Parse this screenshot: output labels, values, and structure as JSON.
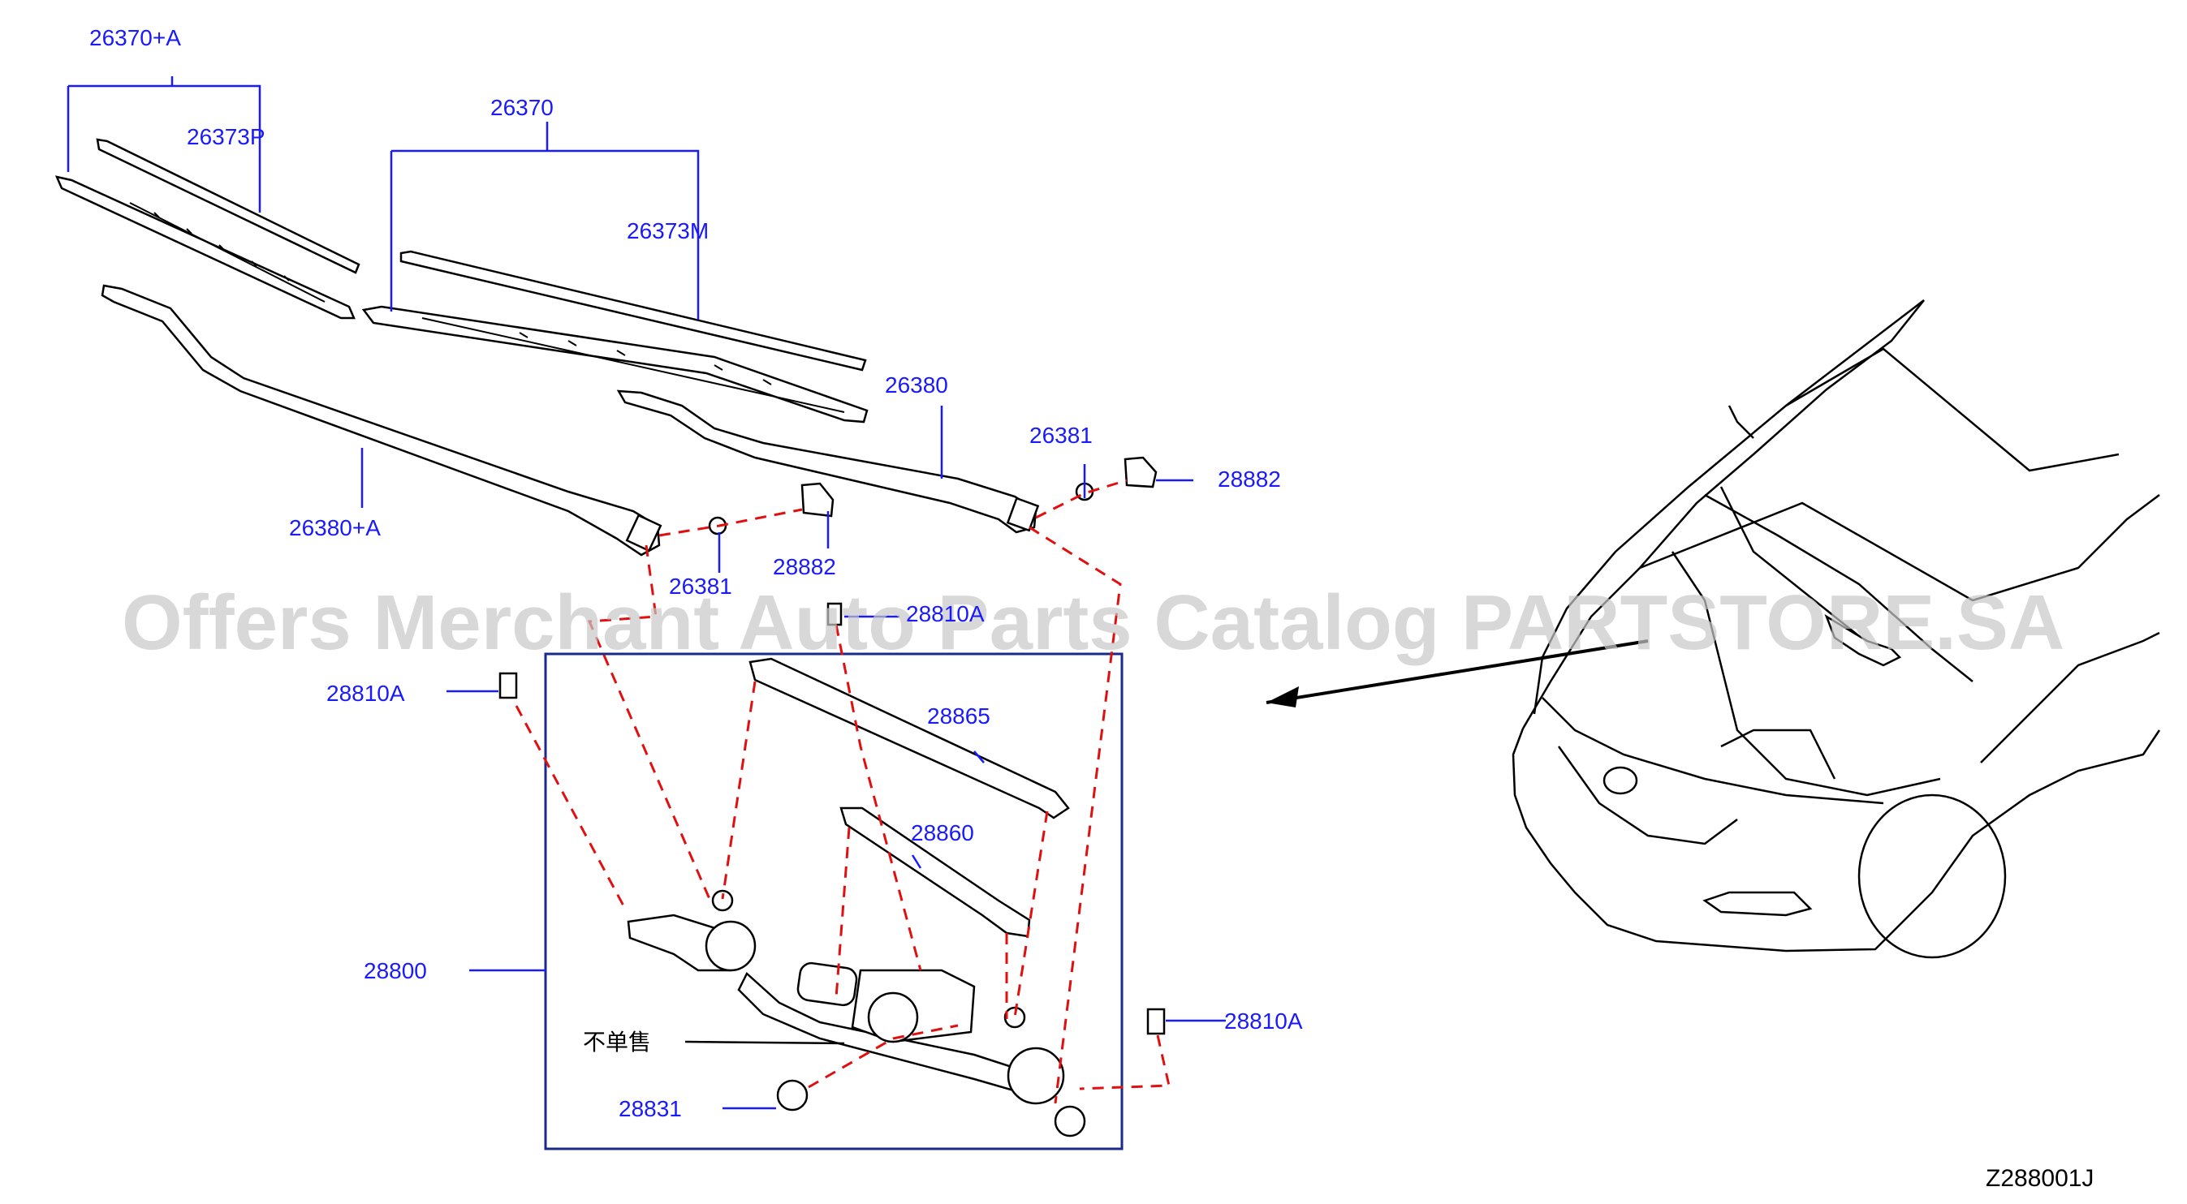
{
  "labels": {
    "wiper_blade_assist_set": "26370+A",
    "blade_refill_assist": "26373P",
    "wiper_blade_main_set": "26370",
    "blade_refill_main": "26373M",
    "wiper_arm_main": "26380",
    "wiper_arm_assist": "26380+A",
    "arm_nut_right": "26381",
    "arm_nut_left": "26381",
    "cap_right": "28882",
    "cap_left": "28882",
    "bolt_top": "28810A",
    "bolt_left": "28810A",
    "bolt_right": "28810A",
    "link_rod_upper": "28865",
    "link_rod_lower": "28860",
    "motor_linkage_assembly": "28800",
    "not_sold_separately": "不单售",
    "grommet": "28831"
  },
  "diagram_code": "Z288001J",
  "watermark": "Offers Merchant Auto Parts Catalog PARTSTORE.SA",
  "colors": {
    "label_blue": "#1a1aff",
    "dash_red": "#e01010",
    "box_navy": "#1a2a8a",
    "watermark_gray": "#c8c8c8"
  }
}
